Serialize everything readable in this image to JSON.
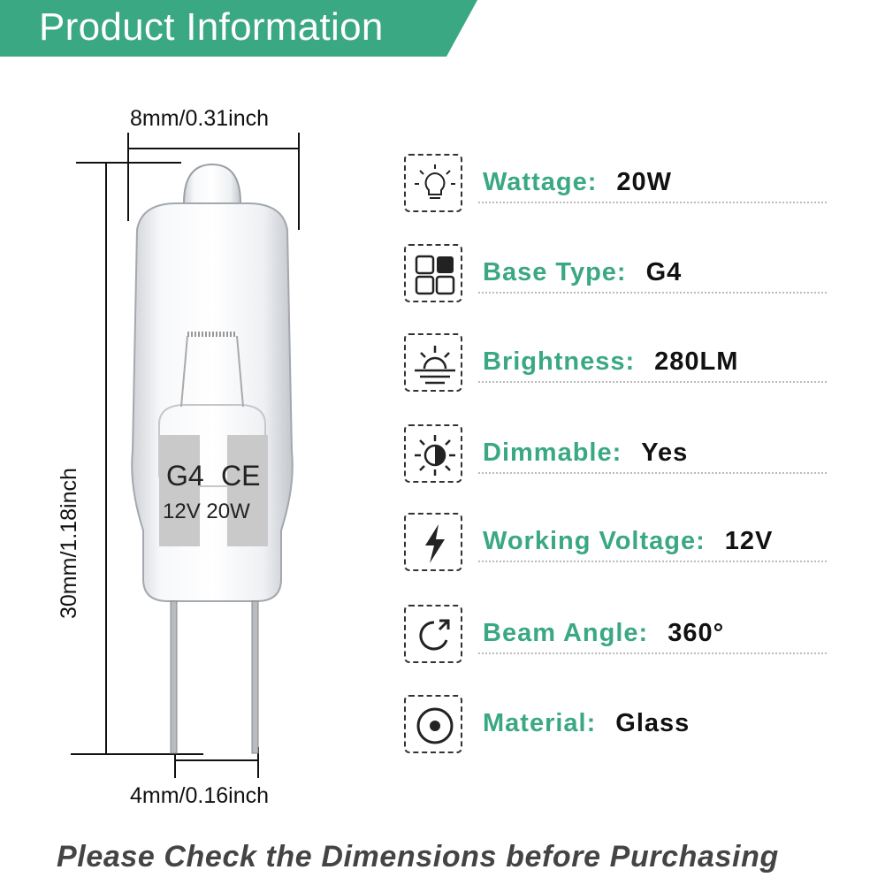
{
  "banner": {
    "title": "Product Information",
    "color": "#3aa882"
  },
  "dimensions": {
    "width": "8mm/0.31inch",
    "height": "30mm/1.18inch",
    "pin_spacing": "4mm/0.16inch"
  },
  "bulb": {
    "base_label": "G4",
    "ce_mark": "CE",
    "rating": "12V 20W"
  },
  "specs": [
    {
      "label": "Wattage:",
      "value": "20W",
      "icon": "bulb-icon"
    },
    {
      "label": "Base Type:",
      "value": "G4",
      "icon": "grid-icon"
    },
    {
      "label": "Brightness:",
      "value": "280LM",
      "icon": "sunrise-icon"
    },
    {
      "label": "Dimmable:",
      "value": "Yes",
      "icon": "dimmer-icon"
    },
    {
      "label": "Working Voltage:",
      "value": "12V",
      "icon": "lightning-icon"
    },
    {
      "label": "Beam Angle:",
      "value": "360°",
      "icon": "rotate-icon"
    },
    {
      "label": "Material:",
      "value": "Glass",
      "icon": "target-icon"
    }
  ],
  "footer": {
    "text": "Please Check the Dimensions before Purchasing"
  },
  "colors": {
    "accent": "#3aa882",
    "text": "#111111",
    "footer": "#444444"
  }
}
